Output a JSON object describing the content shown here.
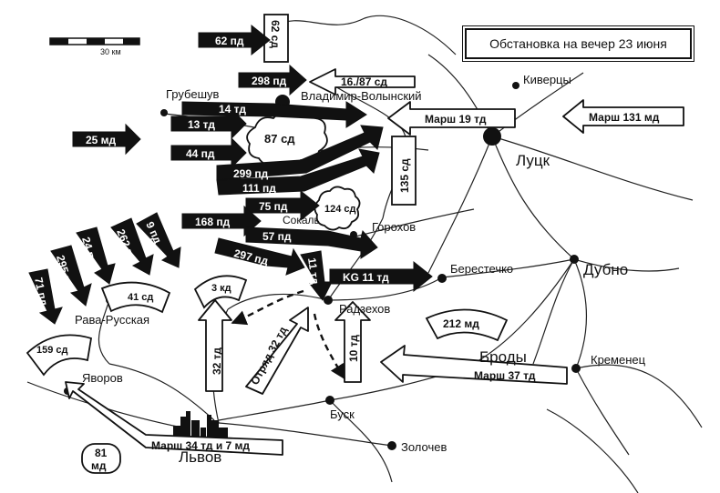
{
  "title": "Обстановка на  вечер 23 июня",
  "scale_label": "30 км",
  "cities": {
    "grubeshuv": "Грубешув",
    "vladimir": "Владимир-Волынский",
    "kivertsy": "Киверцы",
    "lutsk": "Луцк",
    "sokal": "Сокаль",
    "gorokhov": "Горохов",
    "berestechko": "Берестечко",
    "dubno": "Дубно",
    "radzekhov": "Радзехов",
    "rava": "Рава-Русская",
    "brody": "Броды",
    "kremenets": "Кременец",
    "yavorov": "Яворов",
    "busk": "Буск",
    "zolochev": "Золочев",
    "lvov": "Львов"
  },
  "german_units": {
    "pd62": "62 пд",
    "pd298": "298 пд",
    "td14": "14 тд",
    "td13": "13 тд",
    "md25": "25 мд",
    "pd44": "44 пд",
    "pd299": "299 пд",
    "pd111": "111 пд",
    "pd75": "75 пд",
    "pd168": "168 пд",
    "pd57": "57 пд",
    "pd297": "297 пд",
    "td11": "11 тд",
    "kg11": "KG 11 тд",
    "pd71": "71 пд",
    "pd295": "295 пд",
    "pd24": "24 пд",
    "pd262": "262 пд",
    "pd9": "9 пд"
  },
  "soviet_units": {
    "sd62": "62 сд",
    "sd16_87": "16./87 сд",
    "march19": "Марш 19 тд",
    "march131": "Марш 131 мд",
    "sd87": "87 сд",
    "sd135": "135 сд",
    "sd124": "124 сд",
    "sd41": "41 сд",
    "kd3": "3 кд",
    "td32": "32 тд",
    "otryad32": "Отряд 32 тд",
    "td10": "10 тд",
    "md212": "212 мд",
    "march37": "Марш 37 тд",
    "sd159": "159 сд",
    "march34_7": "Марш 34 тд и 7 мд",
    "md81_a": "81",
    "md81_b": "мд"
  }
}
